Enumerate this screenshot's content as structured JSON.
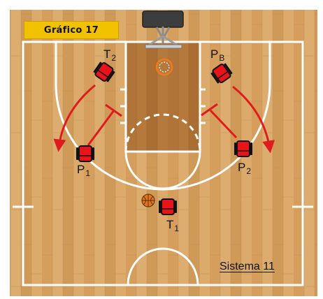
{
  "title": "Gráfico 17",
  "system_label": "Sistema 11",
  "players": [
    {
      "id": "T2",
      "letter": "T",
      "sub": "2"
    },
    {
      "id": "PB",
      "letter": "P",
      "sub": "B"
    },
    {
      "id": "P1",
      "letter": "P",
      "sub": "1"
    },
    {
      "id": "P2",
      "letter": "P",
      "sub": "2"
    },
    {
      "id": "T1",
      "letter": "T",
      "sub": "1"
    }
  ],
  "colors": {
    "player_fill": "#e8141a",
    "arrow": "#e01b1b",
    "court_lines": "#ffffff",
    "title_badge": "#f2c200"
  }
}
